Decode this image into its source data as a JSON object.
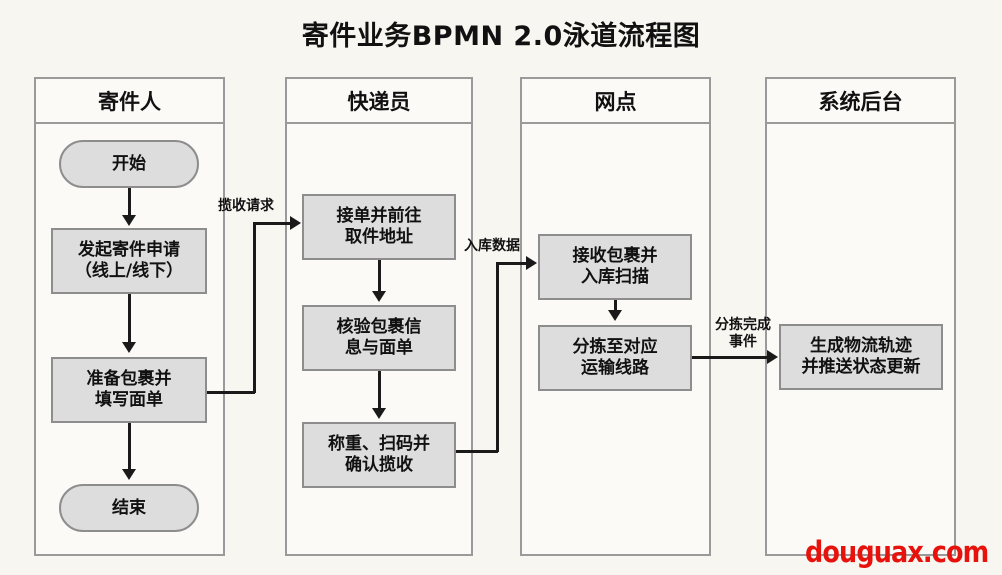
{
  "title": "寄件业务BPMN 2.0泳道流程图",
  "watermark": "douguax.com",
  "colors": {
    "background": "#f7f6f1",
    "lane_border": "#9a9a9a",
    "lane_fill": "#fbfaf7",
    "node_fill": "#dddddd",
    "node_border": "#8d8d8d",
    "connector": "#1a1a1a",
    "text": "#111111",
    "watermark": "#e8120c"
  },
  "lanes": [
    {
      "id": "sender",
      "label": "寄件人",
      "nodes": [
        {
          "id": "start",
          "label": "开始",
          "shape": "rounded"
        },
        {
          "id": "apply",
          "label": "发起寄件申请\n（线上/线下）",
          "shape": "rect"
        },
        {
          "id": "prepare",
          "label": "准备包裹并\n填写面单",
          "shape": "rect"
        },
        {
          "id": "end",
          "label": "结束",
          "shape": "rounded"
        }
      ]
    },
    {
      "id": "courier",
      "label": "快递员",
      "nodes": [
        {
          "id": "accept",
          "label": "接单并前往\n取件地址",
          "shape": "rect"
        },
        {
          "id": "verify",
          "label": "核验包裹信\n息与面单",
          "shape": "rect"
        },
        {
          "id": "weigh",
          "label": "称重、扫码并\n确认揽收",
          "shape": "rect"
        }
      ]
    },
    {
      "id": "branch",
      "label": "网点",
      "nodes": [
        {
          "id": "receive",
          "label": "接收包裹并\n入库扫描",
          "shape": "rect"
        },
        {
          "id": "sort",
          "label": "分拣至对应\n运输线路",
          "shape": "rect"
        }
      ]
    },
    {
      "id": "system",
      "label": "系统后台",
      "nodes": [
        {
          "id": "track",
          "label": "生成物流轨迹\n并推送状态更新",
          "shape": "rect"
        }
      ]
    }
  ],
  "edge_labels": [
    {
      "id": "pickup-request",
      "label": "揽收请求"
    },
    {
      "id": "inbound-data",
      "label": "入库数据"
    },
    {
      "id": "sort-complete-event",
      "label": "分拣完成\n事件"
    }
  ]
}
